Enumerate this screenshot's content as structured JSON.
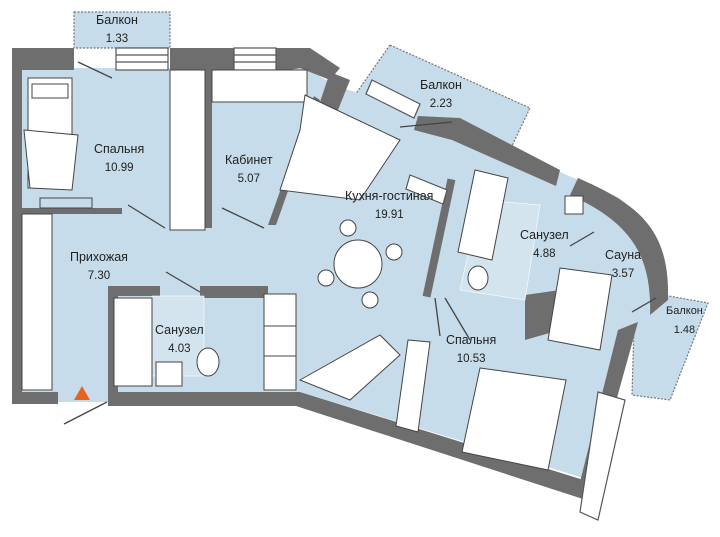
{
  "plan": {
    "colors": {
      "floor": "#c6dcea",
      "wall": "#6e6e6e",
      "wall_outline": "#555555",
      "furniture": "#ffffff",
      "line": "#444444",
      "entrance_marker": "#e8641e",
      "background": "#ffffff"
    },
    "rooms": [
      {
        "id": "balcony-1",
        "name": "Балкон",
        "area": "1.33"
      },
      {
        "id": "bedroom-1",
        "name": "Спальня",
        "area": "10.99"
      },
      {
        "id": "office",
        "name": "Кабинет",
        "area": "5.07"
      },
      {
        "id": "balcony-2",
        "name": "Балкон",
        "area": "2.23"
      },
      {
        "id": "kitchen-living",
        "name": "Кухня-гостиная",
        "area": "19.91"
      },
      {
        "id": "bathroom-2",
        "name": "Санузел",
        "area": "4.88"
      },
      {
        "id": "sauna",
        "name": "Сауна",
        "area": "3.57"
      },
      {
        "id": "balcony-3",
        "name": "Балкон",
        "area": "1.48"
      },
      {
        "id": "hallway",
        "name": "Прихожая",
        "area": "7.30"
      },
      {
        "id": "bathroom-1",
        "name": "Санузел",
        "area": "4.03"
      },
      {
        "id": "bedroom-2",
        "name": "Спальня",
        "area": "10.53"
      }
    ],
    "entrance_icon": "entrance-triangle-icon"
  }
}
